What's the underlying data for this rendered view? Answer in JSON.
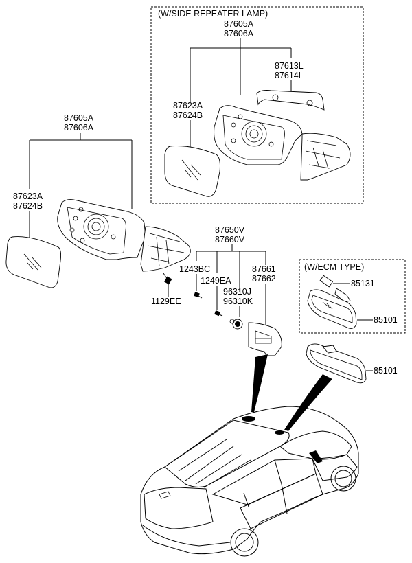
{
  "diagram": {
    "type": "exploded-parts-diagram",
    "subject": "Outside and inside rear view mirrors"
  },
  "boxes": {
    "side_repeater": {
      "title": "(W/SIDE REPEATER LAMP)",
      "mirror_assy": [
        "87605A",
        "87606A"
      ],
      "repeater_lamp": [
        "87613L",
        "87614L"
      ],
      "mirror_glass": [
        "87623A",
        "87624B"
      ]
    },
    "ecm": {
      "title": "(W/ECM TYPE)",
      "connector": "85131",
      "inside_mirror": "85101"
    }
  },
  "main": {
    "mirror_assy": [
      "87605A",
      "87606A"
    ],
    "mirror_glass": [
      "87623A",
      "87624B"
    ],
    "screw_mirror": "1129EE",
    "cover_assy": [
      "87650V",
      "87660V"
    ],
    "screw_a": "1243BC",
    "screw_b": "1249EA",
    "clip": [
      "96310J",
      "96310K"
    ],
    "cover": [
      "87661",
      "87662"
    ],
    "inside_mirror": "85101"
  }
}
